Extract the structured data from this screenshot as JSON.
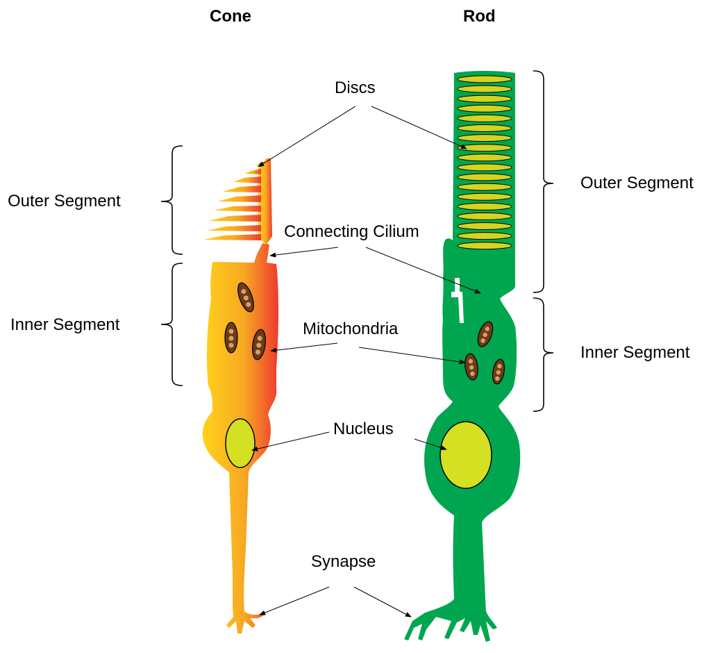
{
  "titles": {
    "cone": "Cone",
    "rod": "Rod"
  },
  "labels": {
    "discs": "Discs",
    "connecting_cilium": "Connecting Cilium",
    "mitochondria": "Mitochondria",
    "nucleus": "Nucleus",
    "synapse": "Synapse",
    "cone_outer_segment": "Outer Segment",
    "cone_inner_segment": "Inner Segment",
    "rod_outer_segment": "Outer Segment",
    "rod_inner_segment": "Inner Segment"
  },
  "colors": {
    "cone_gradient_start": "#ffd21a",
    "cone_gradient_end": "#ee3a2e",
    "rod_body": "#00a64f",
    "disc_fill": "#d4d421",
    "nucleus_fill": "#d4e021",
    "mitochondria_fill": "#6b3b1a",
    "mitochondria_spot": "#d9a066"
  }
}
